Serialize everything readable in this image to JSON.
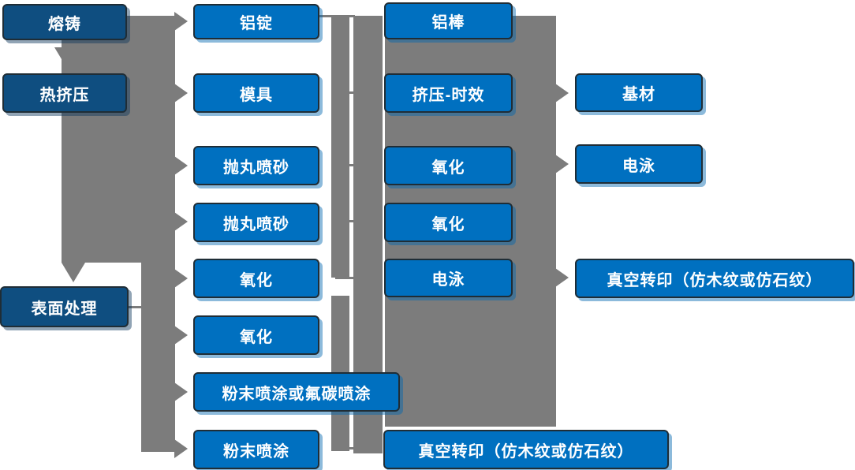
{
  "colors": {
    "node_dark": "#0F4E80",
    "node_blue": "#0070C0",
    "node_border": "#1F2D36",
    "connector_gray": "#7C7C7C",
    "text": "#FFFFFF",
    "background": "#FFFFFF"
  },
  "nodes": [
    {
      "id": "rongzhu",
      "label": "熔铸",
      "column": 1,
      "variant": "dark"
    },
    {
      "id": "rejiya",
      "label": "热挤压",
      "column": 1,
      "variant": "dark"
    },
    {
      "id": "biaomianchuli",
      "label": "表面处理",
      "column": 1,
      "variant": "dark"
    },
    {
      "id": "lvding",
      "label": "铝锭",
      "column": 2,
      "variant": "light"
    },
    {
      "id": "moju",
      "label": "模具",
      "column": 2,
      "variant": "light"
    },
    {
      "id": "paowanpensha-1",
      "label": "抛丸喷砂",
      "column": 2,
      "variant": "light"
    },
    {
      "id": "paowanpensha-2",
      "label": "抛丸喷砂",
      "column": 2,
      "variant": "light"
    },
    {
      "id": "yanghua-1",
      "label": "氧化",
      "column": 2,
      "variant": "light"
    },
    {
      "id": "yanghua-2",
      "label": "氧化",
      "column": 2,
      "variant": "light"
    },
    {
      "id": "fenmo-futan",
      "label": "粉末喷涂或氟碳喷涂",
      "column": 2,
      "variant": "light"
    },
    {
      "id": "fenmo",
      "label": "粉末喷涂",
      "column": 2,
      "variant": "light"
    },
    {
      "id": "lvbang",
      "label": "铝棒",
      "column": 3,
      "variant": "light"
    },
    {
      "id": "jiya-shixiao",
      "label": "挤压-时效",
      "column": 3,
      "variant": "light"
    },
    {
      "id": "yanghua-3",
      "label": "氧化",
      "column": 3,
      "variant": "light"
    },
    {
      "id": "yanghua-4",
      "label": "氧化",
      "column": 3,
      "variant": "light"
    },
    {
      "id": "dianyong-1",
      "label": "电泳",
      "column": 3,
      "variant": "light"
    },
    {
      "id": "zhenkong-bottom",
      "label": "真空转印（仿木纹或仿石纹）",
      "column": 3,
      "variant": "light"
    },
    {
      "id": "jicai",
      "label": "基材",
      "column": 4,
      "variant": "light"
    },
    {
      "id": "dianyong-2",
      "label": "电泳",
      "column": 4,
      "variant": "light"
    },
    {
      "id": "zhenkong-right",
      "label": "真空转印（仿木纹或仿石纹）",
      "column": 4,
      "variant": "light"
    }
  ]
}
